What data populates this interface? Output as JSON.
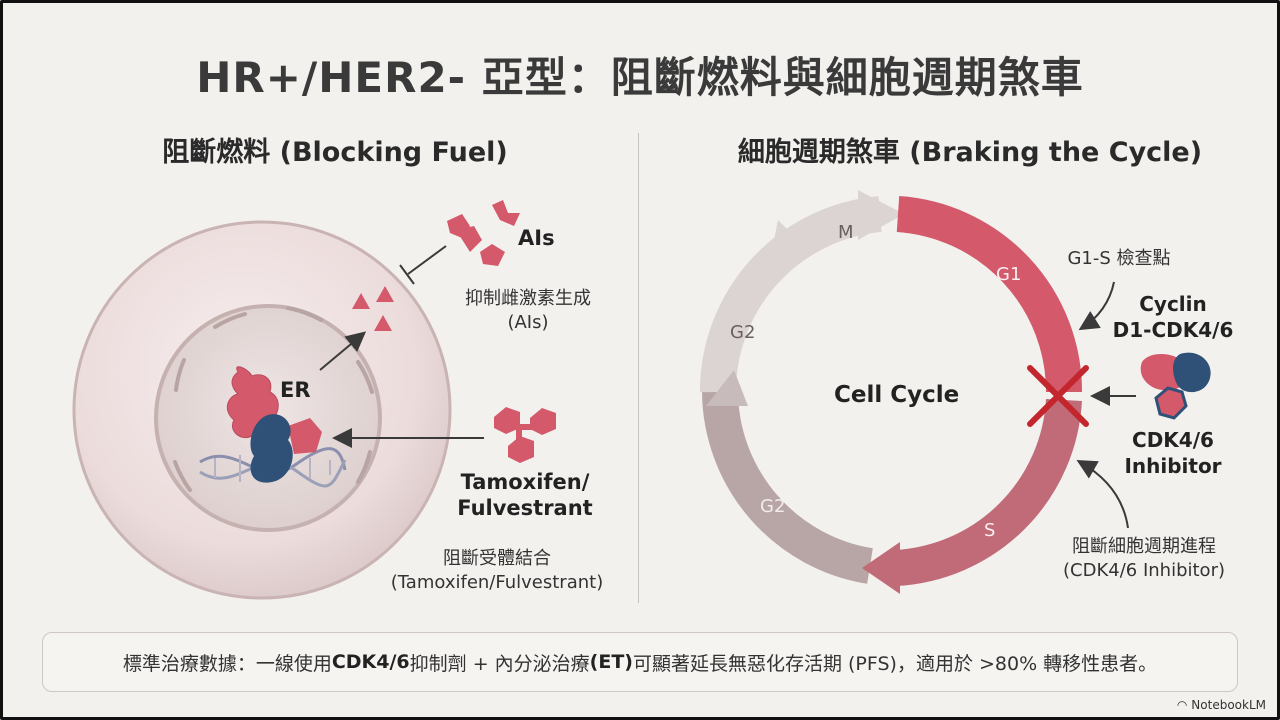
{
  "title": "HR+/HER2- 亞型：阻斷燃料與細胞週期煞車",
  "left": {
    "heading": "阻斷燃料 (Blocking Fuel)",
    "ais_label": "AIs",
    "ais_caption_1": "抑制雌激素生成",
    "ais_caption_2": "(AIs)",
    "er_label": "ER",
    "drug_label_1": "Tamoxifen/",
    "drug_label_2": "Fulvestrant",
    "drug_caption_1": "阻斷受體結合",
    "drug_caption_2": "(Tamoxifen/Fulvestrant)"
  },
  "right": {
    "heading": "細胞週期煞車 (Braking the Cycle)",
    "center_label": "Cell Cycle",
    "phase_m": "M",
    "phase_g1": "G1",
    "phase_s": "S",
    "phase_g2_top": "G2",
    "phase_g2_bottom": "G2",
    "checkpoint_label": "G1-S 檢查點",
    "cyclin_label_1": "Cyclin",
    "cyclin_label_2": "D1-CDK4/6",
    "inhibitor_label_1": "CDK4/6",
    "inhibitor_label_2": "Inhibitor",
    "inhibitor_caption_1": "阻斷細胞週期進程",
    "inhibitor_caption_2": "(CDK4/6 Inhibitor)"
  },
  "footer": {
    "prefix": "標準治療數據：一線使用 ",
    "bold_1": "CDK4/6",
    "mid_1": " 抑制劑 + 內分泌治療 ",
    "bold_2": "(ET)",
    "mid_2": " 可顯著延長無惡化存活期 (PFS)，適用於 >80% 轉移性患者。"
  },
  "brand": "NotebookLM",
  "colors": {
    "accent_red": "#d3596b",
    "dark_blue": "#2f5077",
    "cross_red": "#c4262e",
    "cycle_grey": "#cdc3c3"
  }
}
